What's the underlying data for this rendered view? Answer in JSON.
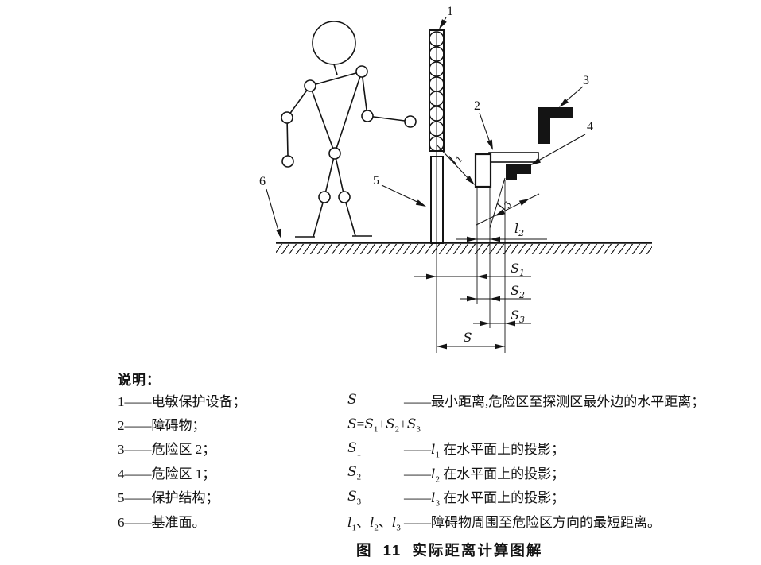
{
  "colors": {
    "ink": "#141414",
    "paper": "#ffffff"
  },
  "parts": {
    "p1": "1",
    "p2": "2",
    "p3": "3",
    "p4": "4",
    "p5": "5",
    "p6": "6"
  },
  "dims": {
    "s": {
      "base": "S",
      "sub": ""
    },
    "s1": {
      "base": "S",
      "sub": "1"
    },
    "s2": {
      "base": "S",
      "sub": "2"
    },
    "s3": {
      "base": "S",
      "sub": "3"
    },
    "l1": {
      "base": "l",
      "sub": "1"
    },
    "l2": {
      "base": "l",
      "sub": "2"
    },
    "l3": {
      "base": "l",
      "sub": "3"
    }
  },
  "legend": {
    "title": "说明：",
    "left_items": [
      {
        "label": "1——电敏保护设备；"
      },
      {
        "label": "2——障碍物；"
      },
      {
        "label": "3——危险区 2；"
      },
      {
        "label": "4——危险区 1；"
      },
      {
        "label": "5——保护结构；"
      },
      {
        "label": "6——基准面。"
      }
    ],
    "right_items": [
      {
        "sym": [
          {
            "t": "S",
            "i": 1
          }
        ],
        "desc": [
          {
            "t": "——最小距离,危险区至探测区最外边的水平距离；"
          }
        ]
      },
      {
        "sym": [
          {
            "t": "S",
            "i": 1
          },
          {
            "t": "="
          },
          {
            "t": "S",
            "i": 1
          },
          {
            "t": "1",
            "sub": 1
          },
          {
            "t": "+"
          },
          {
            "t": "S",
            "i": 1
          },
          {
            "t": "2",
            "sub": 1
          },
          {
            "t": "+"
          },
          {
            "t": "S",
            "i": 1
          },
          {
            "t": "3",
            "sub": 1
          }
        ],
        "desc": []
      },
      {
        "sym": [
          {
            "t": "S",
            "i": 1
          },
          {
            "t": "1",
            "sub": 1
          }
        ],
        "desc": [
          {
            "t": "——"
          },
          {
            "t": "l",
            "i": 1
          },
          {
            "t": "1",
            "sub": 1
          },
          {
            "t": " 在水平面上的投影；"
          }
        ]
      },
      {
        "sym": [
          {
            "t": "S",
            "i": 1
          },
          {
            "t": "2",
            "sub": 1
          }
        ],
        "desc": [
          {
            "t": "——"
          },
          {
            "t": "l",
            "i": 1
          },
          {
            "t": "2",
            "sub": 1
          },
          {
            "t": " 在水平面上的投影；"
          }
        ]
      },
      {
        "sym": [
          {
            "t": "S",
            "i": 1
          },
          {
            "t": "3",
            "sub": 1
          }
        ],
        "desc": [
          {
            "t": "——"
          },
          {
            "t": "l",
            "i": 1
          },
          {
            "t": "3",
            "sub": 1
          },
          {
            "t": " 在水平面上的投影；"
          }
        ]
      },
      {
        "sym": [
          {
            "t": "l",
            "i": 1
          },
          {
            "t": "1",
            "sub": 1
          },
          {
            "t": "、"
          },
          {
            "t": "l",
            "i": 1
          },
          {
            "t": "2",
            "sub": 1
          },
          {
            "t": "、"
          },
          {
            "t": "l",
            "i": 1
          },
          {
            "t": "3",
            "sub": 1
          }
        ],
        "desc": [
          {
            "t": "——障碍物周围至危险区方向的最短距离。"
          }
        ]
      }
    ]
  },
  "caption": "图 11  实际距离计算图解"
}
